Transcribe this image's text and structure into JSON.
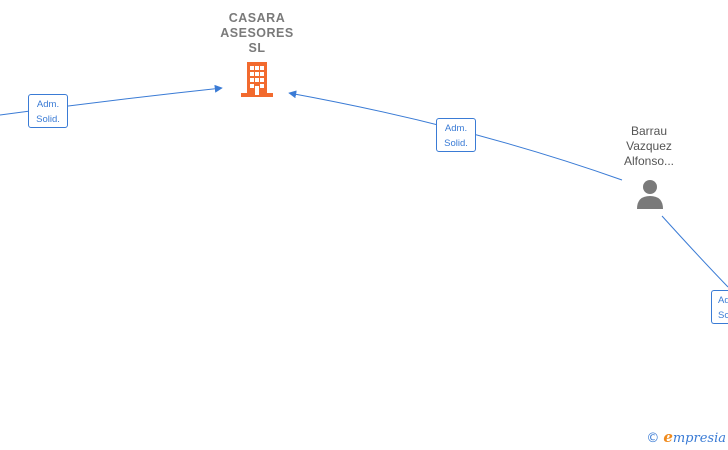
{
  "company": {
    "name_lines": [
      "CASARA",
      "ASESORES",
      "SL"
    ],
    "icon": "building-icon",
    "color": "#f26a2e"
  },
  "person": {
    "name_lines": [
      "Barrau",
      "Vazquez",
      "Alfonso..."
    ],
    "icon": "person-icon",
    "color": "#7a7a7a"
  },
  "edges": [
    {
      "label_lines": [
        "Adm.",
        "Solid."
      ]
    },
    {
      "label_lines": [
        "Adm.",
        "Solid."
      ]
    },
    {
      "label_lines": [
        "Ad",
        "So"
      ]
    }
  ],
  "edge_color": "#3a7bd5",
  "watermark": {
    "copyright": "©",
    "brand_initial": "e",
    "brand_rest": "mpresia"
  }
}
